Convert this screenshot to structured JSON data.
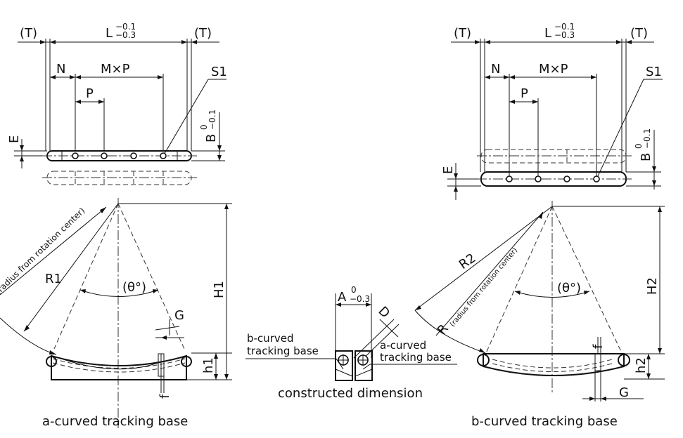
{
  "a_view": {
    "top": {
      "T_left": "(T)",
      "L": "L",
      "L_upper_tol": "−0.1",
      "L_lower_tol": "−0.3",
      "T_right": "(T)",
      "N": "N",
      "MxP": "M×P",
      "P": "P",
      "S1": "S1",
      "E": "E",
      "B": "B",
      "B_upper_tol": "0",
      "B_lower_tol": "−0.1"
    },
    "front": {
      "radius_note": "(radius from rotation center)",
      "R1": "R1",
      "theta": "(θ°)",
      "G": "G",
      "H1": "H1",
      "h1": "h1",
      "f": "f"
    },
    "caption": "a-curved tracking base"
  },
  "b_view": {
    "top": {
      "T_left": "(T)",
      "L": "L",
      "L_upper_tol": "−0.1",
      "L_lower_tol": "−0.3",
      "T_right": "(T)",
      "N": "N",
      "MxP": "M×P",
      "P": "P",
      "S1": "S1",
      "E": "E",
      "B": "B",
      "B_upper_tol": "0",
      "B_lower_tol": "−0.1"
    },
    "front": {
      "R2": "R2",
      "R": "R",
      "radius_note": "(radius from rotation center)",
      "theta": "(θ°)",
      "G": "G",
      "H2": "H2",
      "h2": "h2",
      "f": "f"
    },
    "caption": "b-curved tracking base"
  },
  "constructed": {
    "A": "A",
    "A_upper_tol": "0",
    "A_lower_tol": "−0.3",
    "D": "D",
    "b_label_line1": "b-curved",
    "b_label_line2": "tracking base",
    "a_label_line1": "a-curved",
    "a_label_line2": "tracking base",
    "caption": "constructed dimension"
  }
}
